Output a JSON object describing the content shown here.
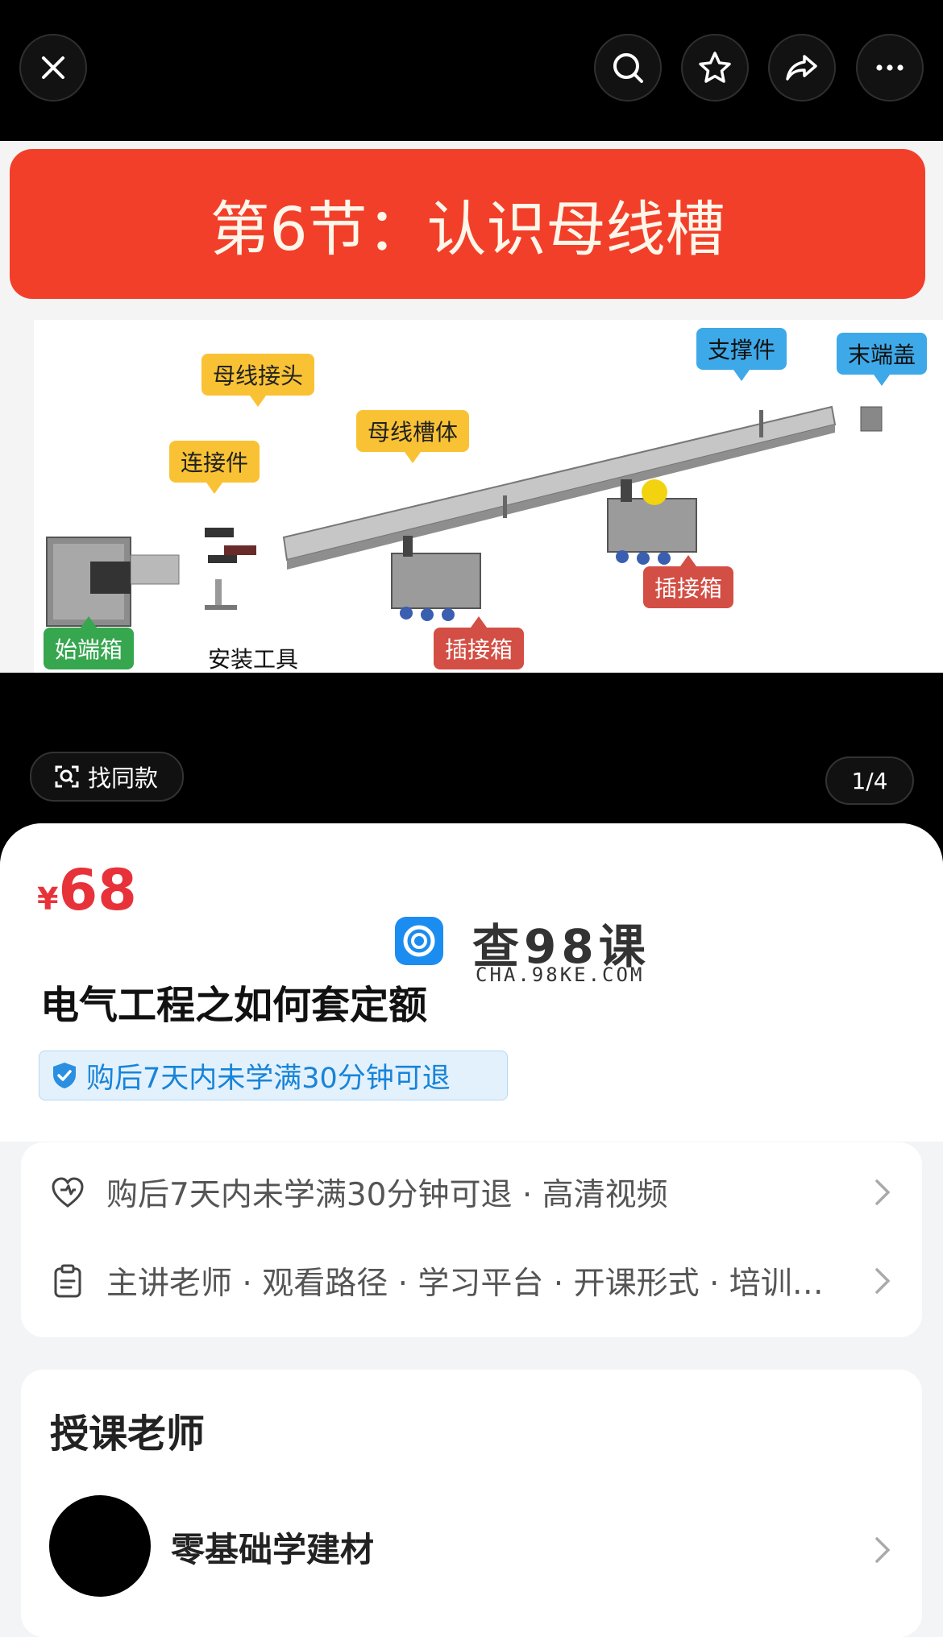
{
  "topbar": {
    "close_icon": "close-icon",
    "actions": [
      "search-icon",
      "star-icon",
      "share-icon",
      "more-icon"
    ]
  },
  "slide": {
    "banner_title": "第6节：认识母线槽",
    "labels": {
      "busbar_joint": "母线接头",
      "connector": "连接件",
      "busbar_body": "母线槽体",
      "support": "支撑件",
      "end_cover": "末端盖",
      "plug_box_1": "插接箱",
      "plug_box_2": "插接箱",
      "start_box": "始端箱",
      "install_tool": "安装工具"
    }
  },
  "find_same": {
    "label": "找同款"
  },
  "image_counter": "1/4",
  "product": {
    "currency": "¥",
    "price": "68",
    "title": "电气工程之如何套定额",
    "guarantee_badge": "购后7天内未学满30分钟可退"
  },
  "watermark": {
    "text": "查98课",
    "sub": "CHA.98KE.COM"
  },
  "info_rows": [
    {
      "icon": "heart-shield-icon",
      "text": "购后7天内未学满30分钟可退 · 高清视频"
    },
    {
      "icon": "clipboard-icon",
      "text": "主讲老师 · 观看路径 · 学习平台 · 开课形式 · 培训…"
    }
  ],
  "teacher_section": {
    "title": "授课老师",
    "teacher_name": "零基础学建材"
  },
  "colors": {
    "price_red": "#e8323a",
    "banner_red": "#f23f2a",
    "badge_blue": "#1784d9"
  }
}
